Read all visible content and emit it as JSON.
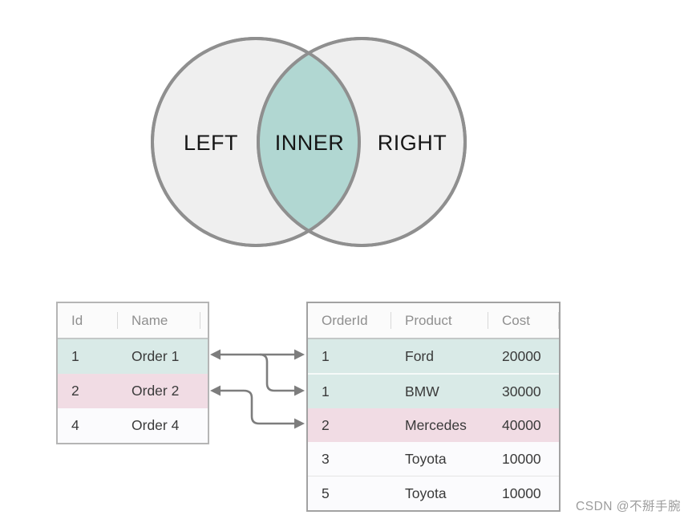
{
  "venn": {
    "left_label": "LEFT",
    "inner_label": "INNER",
    "right_label": "RIGHT",
    "circle_fill": "#efefef",
    "circle_stroke": "#8f8f8f",
    "intersection_fill": "#b1d7d2"
  },
  "left_table": {
    "columns": [
      "Id",
      "Name"
    ],
    "rows": [
      {
        "cells": [
          "1",
          "Order 1"
        ],
        "highlight": "teal"
      },
      {
        "cells": [
          "2",
          "Order 2"
        ],
        "highlight": "pink"
      },
      {
        "cells": [
          "4",
          "Order 4"
        ],
        "highlight": "none"
      }
    ]
  },
  "right_table": {
    "columns": [
      "OrderId",
      "Product",
      "Cost"
    ],
    "rows": [
      {
        "cells": [
          "1",
          "Ford",
          "20000"
        ],
        "highlight": "teal"
      },
      {
        "cells": [
          "1",
          "BMW",
          "30000"
        ],
        "highlight": "teal"
      },
      {
        "cells": [
          "2",
          "Mercedes",
          "40000"
        ],
        "highlight": "pink"
      },
      {
        "cells": [
          "3",
          "Toyota",
          "10000"
        ],
        "highlight": "none"
      },
      {
        "cells": [
          "5",
          "Toyota",
          "10000"
        ],
        "highlight": "none"
      }
    ]
  },
  "joins": [
    {
      "from_row": "Id 1",
      "to_rows": [
        "OrderId 1 Ford",
        "OrderId 1 BMW"
      ]
    },
    {
      "from_row": "Id 2",
      "to_rows": [
        "OrderId 2 Mercedes"
      ]
    }
  ],
  "colors": {
    "match_teal_row": "#d9eae7",
    "match_pink_row": "#f1dce4",
    "unmatched_row": "#fbfbfd",
    "header_text": "#8f8f8f",
    "body_text": "#3a3a3a",
    "arrow": "#7d7d7d",
    "table_border": "#a9a9a9"
  },
  "watermark": {
    "text": "CSDN @不掰手腕"
  }
}
